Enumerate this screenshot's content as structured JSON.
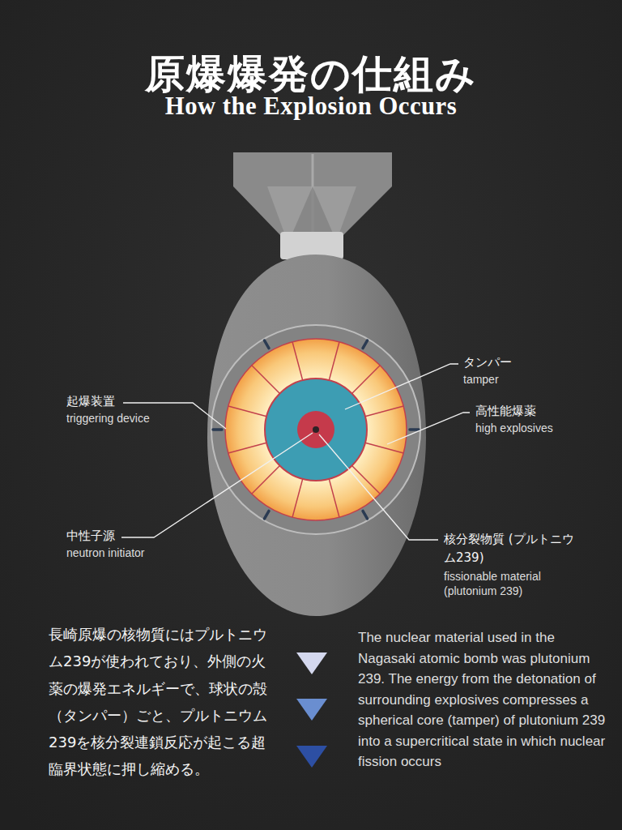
{
  "diagram": {
    "title": "原爆爆発の仕組み",
    "labels": [
      "How the Explosion Occurs",
      "タンパー",
      "tamper",
      "起爆装置",
      "triggering device",
      "高性能爆薬",
      "high explosives",
      "中性子源",
      "neutron initiator",
      "核分裂物質 (プルトニウム239)",
      "fissionable material (plutonium 239)",
      "長崎原爆の核物質にはプルトニウム239が使われており、外側の火薬の爆発エネルギーで、球状の殻（タンパー）ごと、プルトニウム239を核分裂連鎖反応が起こる超臨界状態に押し縮める。",
      "The nuclear material used in the Nagasaki atomic bomb was plutonium 239. The energy from the detonation of surrounding explosives compresses a spherical core (tamper) of plutonium 239 into a supercritical state in which nuclear fission occurs"
    ]
  }
}
